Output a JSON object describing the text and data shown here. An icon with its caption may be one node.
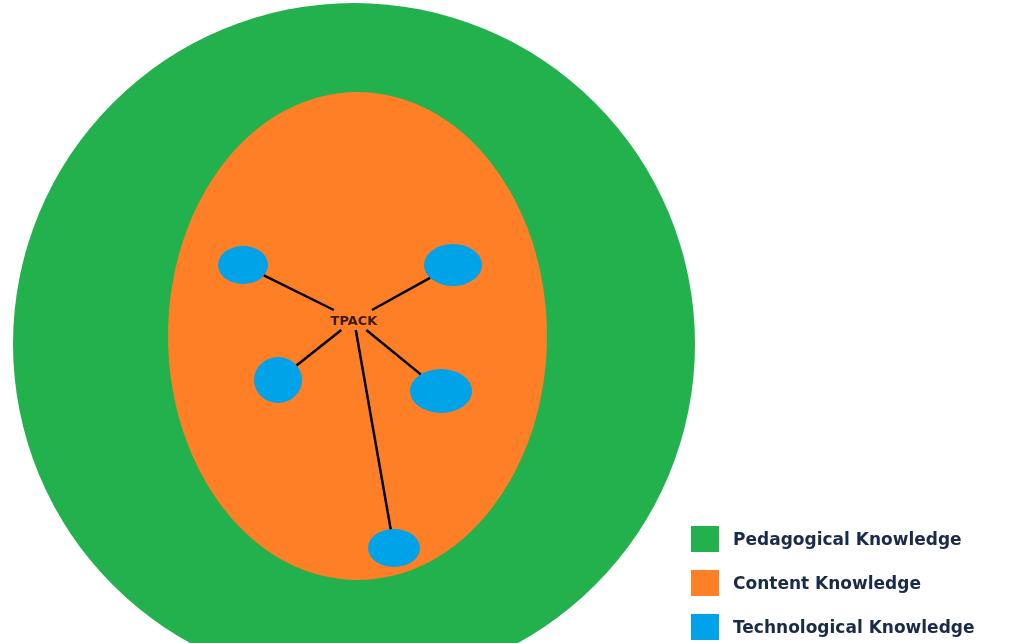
{
  "diagram": {
    "nodes": [
      {
        "text": [],
        "shape": "circle"
      },
      {
        "text": [],
        "shape": "ellipse",
        "in": 0
      },
      {
        "text": [
          "TPACK"
        ],
        "in": 1
      },
      {
        "text": [],
        "shape": "ellipse",
        "in": 1
      },
      {
        "text": [],
        "shape": "ellipse",
        "in": 1
      },
      {
        "text": [],
        "shape": "ellipse",
        "in": 1
      },
      {
        "text": [],
        "shape": "ellipse",
        "in": 1
      },
      {
        "text": [],
        "shape": "ellipse",
        "in": 1
      }
    ],
    "edges": [
      {
        "from": 2,
        "to": 3,
        "arrow": "none"
      },
      {
        "from": 2,
        "to": 4,
        "arrow": "none"
      },
      {
        "from": 2,
        "to": 5,
        "arrow": "none"
      },
      {
        "from": 2,
        "to": 6,
        "arrow": "none"
      },
      {
        "from": 2,
        "to": 7,
        "arrow": "none"
      }
    ],
    "legend": [
      {
        "text": "Pedagogical Knowledge",
        "color": "#22b14c"
      },
      {
        "text": "Content Knowledge",
        "color": "#ff7f27"
      },
      {
        "text": "Technological Knowledge",
        "color": "#00a2e8"
      }
    ]
  }
}
